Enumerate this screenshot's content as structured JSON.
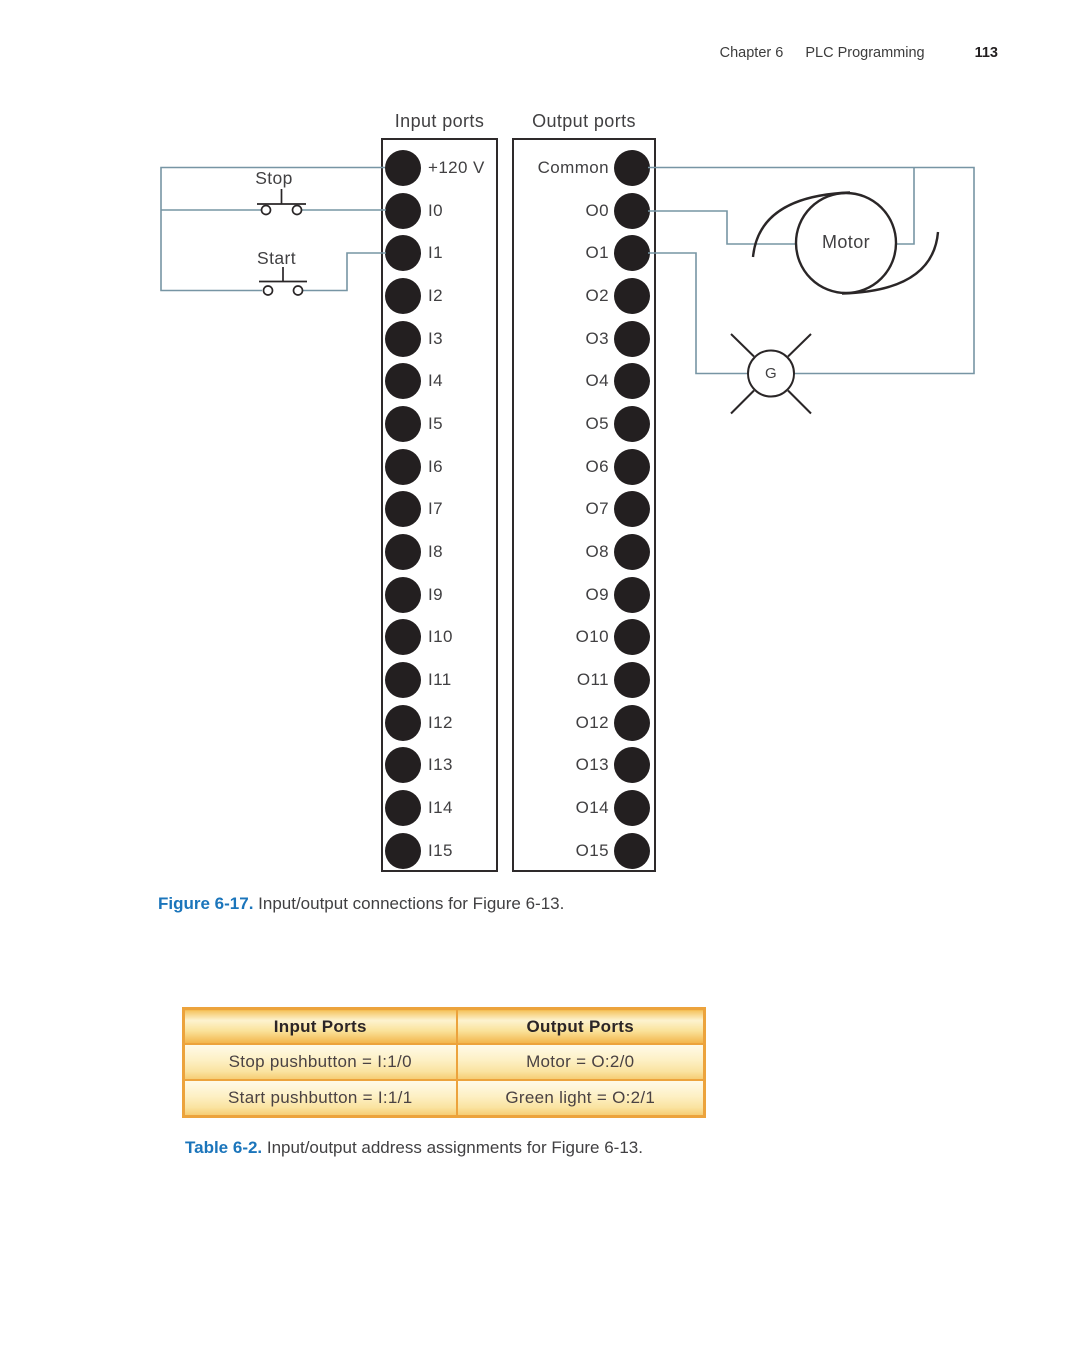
{
  "header": {
    "chapter": "Chapter 6",
    "section": "PLC Programming",
    "page_number": "113"
  },
  "figure": {
    "input_panel": {
      "title": "Input ports",
      "ports": [
        "+120 V",
        "I0",
        "I1",
        "I2",
        "I3",
        "I4",
        "I5",
        "I6",
        "I7",
        "I8",
        "I9",
        "I10",
        "I11",
        "I12",
        "I13",
        "I14",
        "I15"
      ]
    },
    "output_panel": {
      "title": "Output ports",
      "ports": [
        "Common",
        "O0",
        "O1",
        "O2",
        "O3",
        "O4",
        "O5",
        "O6",
        "O7",
        "O8",
        "O9",
        "O10",
        "O11",
        "O12",
        "O13",
        "O14",
        "O15"
      ]
    },
    "devices": {
      "stop_label": "Stop",
      "start_label": "Start",
      "motor_label": "Motor",
      "green_light_label": "G"
    },
    "caption": {
      "label": "Figure 6-17.",
      "text": " Input/output connections for Figure 6-13."
    }
  },
  "table": {
    "columns": [
      "Input Ports",
      "Output Ports"
    ],
    "rows": [
      [
        "Stop pushbutton = I:1/0",
        "Motor = O:2/0"
      ],
      [
        "Start pushbutton = I:1/1",
        "Green light = O:2/1"
      ]
    ],
    "caption": {
      "label": "Table 6-2.",
      "text": " Input/output address assignments for Figure 6-13."
    }
  },
  "colors": {
    "wire": "#7795a4",
    "symbol_ink": "#2a2627",
    "port_circle": "#231f20",
    "accent_blue": "#1b75bb",
    "table_gold": "#eca33c"
  }
}
